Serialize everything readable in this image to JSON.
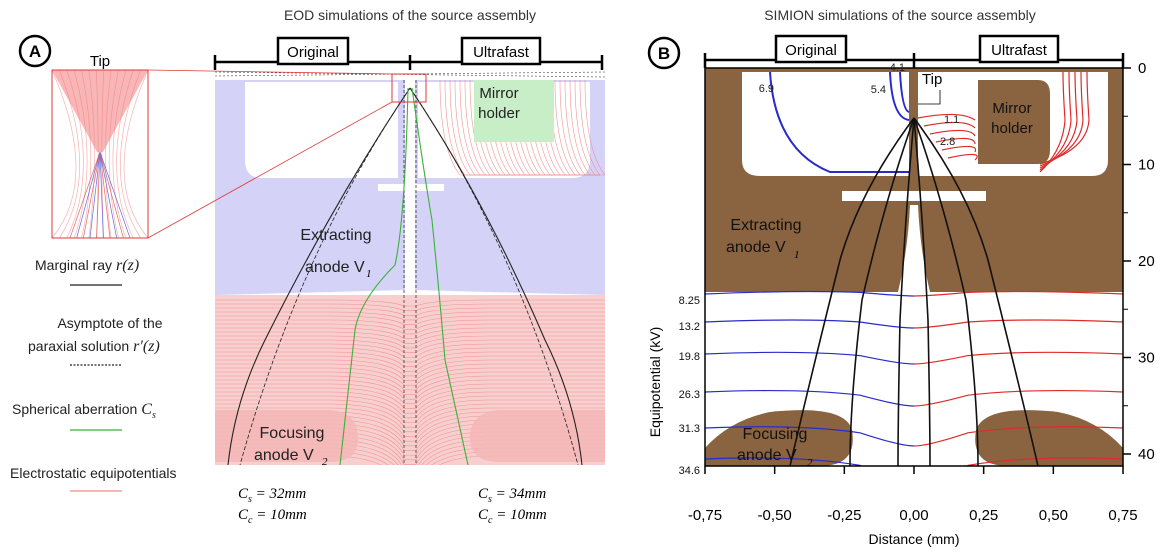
{
  "panel_a": {
    "badge": "A",
    "title": "EOD simulations of the source assembly",
    "left_box": "Original",
    "right_box": "Ultrafast",
    "tip_label": "Tip",
    "mirror_label_1": "Mirror",
    "mirror_label_2": "holder",
    "extract_label_1": "Extracting",
    "extract_label_2": "anode V",
    "extract_sub": "1",
    "focus_label_1": "Focusing",
    "focus_label_2": "anode V",
    "focus_sub": "2",
    "left_cs": "C",
    "left_cs_sub": "s",
    "left_cs_val": " = 32mm",
    "left_cc": "C",
    "left_cc_sub": "c",
    "left_cc_val": " = 10mm",
    "right_cs": "C",
    "right_cs_sub": "s",
    "right_cs_val": " = 34mm",
    "right_cc": "C",
    "right_cc_sub": "c",
    "right_cc_val": " = 10mm",
    "legend": {
      "marginal": "Marginal ray",
      "marginal_math": "r(z)",
      "asym_1": "Asymptote of the",
      "asym_2": "paraxial solution",
      "asym_math": "r′(z)",
      "spherical": "Spherical aberration",
      "spherical_math": "C",
      "spherical_sub": "s",
      "equip": "Electrostatic equipotentials"
    },
    "colors": {
      "extract": "#d4d2f7",
      "focus": "#f7cfcf",
      "mirror": "#c8eec8",
      "ray": "#222222",
      "aberration": "#3ab13a",
      "equipotential": "#f08a8a"
    }
  },
  "panel_b": {
    "badge": "B",
    "title": "SIMION simulations of the source assembly",
    "left_box": "Original",
    "right_box": "Ultrafast",
    "tip_label": "Tip",
    "mirror_label_1": "Mirror",
    "mirror_label_2": "holder",
    "extract_label_1": "Extracting",
    "extract_label_2": "anode V",
    "extract_sub": "1",
    "focus_label_1": "Focusing",
    "focus_label_2": "anode V",
    "focus_sub": "2",
    "contour_labels": [
      "4.1",
      "5.4",
      "6.9",
      "1.1",
      "2.8"
    ],
    "left_values": [
      "8.25",
      "13.2",
      "19.8",
      "26.3",
      "31.3",
      "34.6"
    ],
    "y_label": "Equipotential (kV)",
    "right_ticks": [
      "0",
      "10",
      "20",
      "30",
      "40"
    ],
    "x_ticks": [
      "-0,75",
      "-0,50",
      "-0,25",
      "0,00",
      "0,25",
      "0,50",
      "0,75"
    ],
    "x_label": "Distance (mm)",
    "colors": {
      "electrode": "#8a6440",
      "left_lines": "#2a2acc",
      "right_lines": "#e02a2a"
    }
  }
}
